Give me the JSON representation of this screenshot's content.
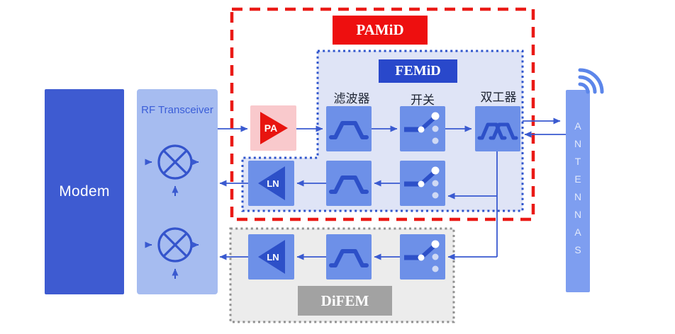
{
  "modules": {
    "pamid": {
      "label": "PAMiD",
      "color": "#ee0f0f",
      "border_color": "#ea1a16",
      "border_style": "dashed"
    },
    "femid": {
      "label": "FEMiD",
      "color": "#2948cb",
      "background": "#dfe4f6",
      "border_color": "#2f55cc",
      "border_style": "dotted"
    },
    "difem": {
      "label": "DiFEM",
      "color": "#a2a2a2",
      "background": "#ececec",
      "border_color": "#909090",
      "border_style": "dotted"
    }
  },
  "blocks": {
    "modem": {
      "label": "Modem",
      "color": "#3e5bd1"
    },
    "rf_transceiver": {
      "label": "RF Transceiver",
      "color": "#a6bcf0",
      "mixers": 2
    },
    "pa": {
      "label": "PA",
      "box_color": "#f9c9cc",
      "triangle_color": "#e8140f"
    },
    "lna_femid": {
      "label": "LN"
    },
    "lna_difem": {
      "label": "LN"
    },
    "component_box_color": "#6d90e8",
    "component_icon_color": "#2d50c8"
  },
  "component_labels": {
    "filter": "滤波器",
    "switch": "开关",
    "duplexer": "双工器"
  },
  "antenna": {
    "label": "ANTENNAS",
    "color": "#7e9ef0"
  },
  "connection_color": "#3a5ad0"
}
